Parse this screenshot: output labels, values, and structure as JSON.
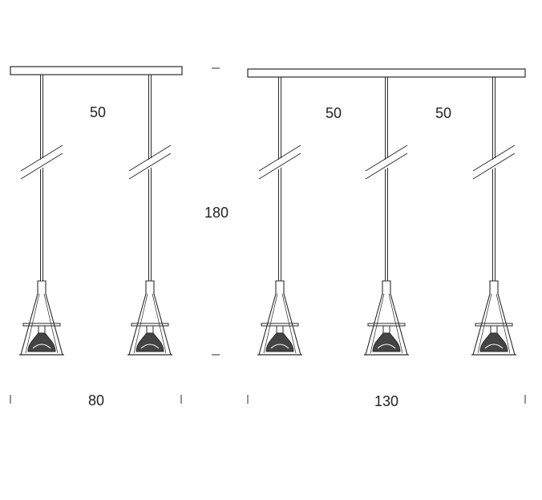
{
  "colors": {
    "line": "#2a2a2a",
    "background": "#ffffff"
  },
  "dimensions": {
    "left_spacing": "50",
    "right_spacing_1": "50",
    "right_spacing_2": "50",
    "height": "180",
    "left_width": "80",
    "right_width": "130"
  },
  "fixtures": {
    "left_group_lamp_count": 2,
    "right_group_lamp_count": 3
  }
}
